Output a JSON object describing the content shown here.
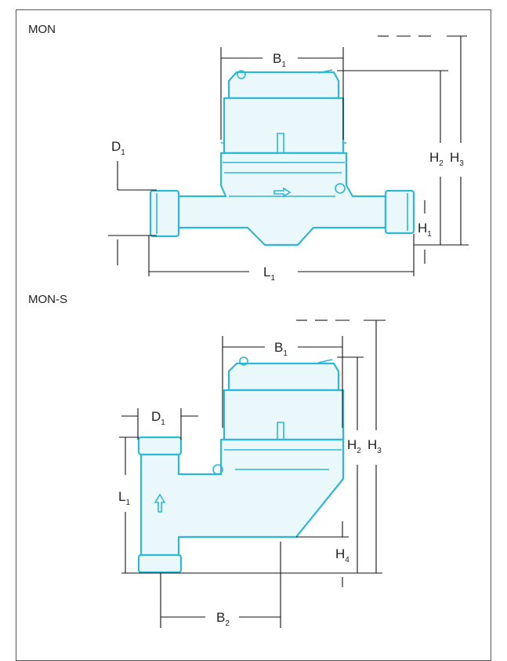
{
  "sections": [
    {
      "title": "MON",
      "labels": {
        "B1": "B",
        "D1": "D",
        "H1": "H",
        "H2": "H",
        "H3": "H",
        "L1": "L"
      },
      "subs": {
        "B1": "1",
        "D1": "1",
        "H1": "1",
        "H2": "2",
        "H3": "3",
        "L1": "1"
      }
    },
    {
      "title": "MON-S",
      "labels": {
        "B1": "B",
        "D1": "D",
        "H2": "H",
        "H3": "H",
        "H4": "H",
        "L1": "L",
        "B2": "B"
      },
      "subs": {
        "B1": "1",
        "D1": "1",
        "H2": "2",
        "H3": "3",
        "H4": "4",
        "L1": "1",
        "B2": "2"
      }
    }
  ],
  "colors": {
    "meter_outline": "#2cb8d6",
    "meter_fill": "#eaf8fb",
    "dimension_lines": "#111111",
    "frame": "#555555"
  }
}
